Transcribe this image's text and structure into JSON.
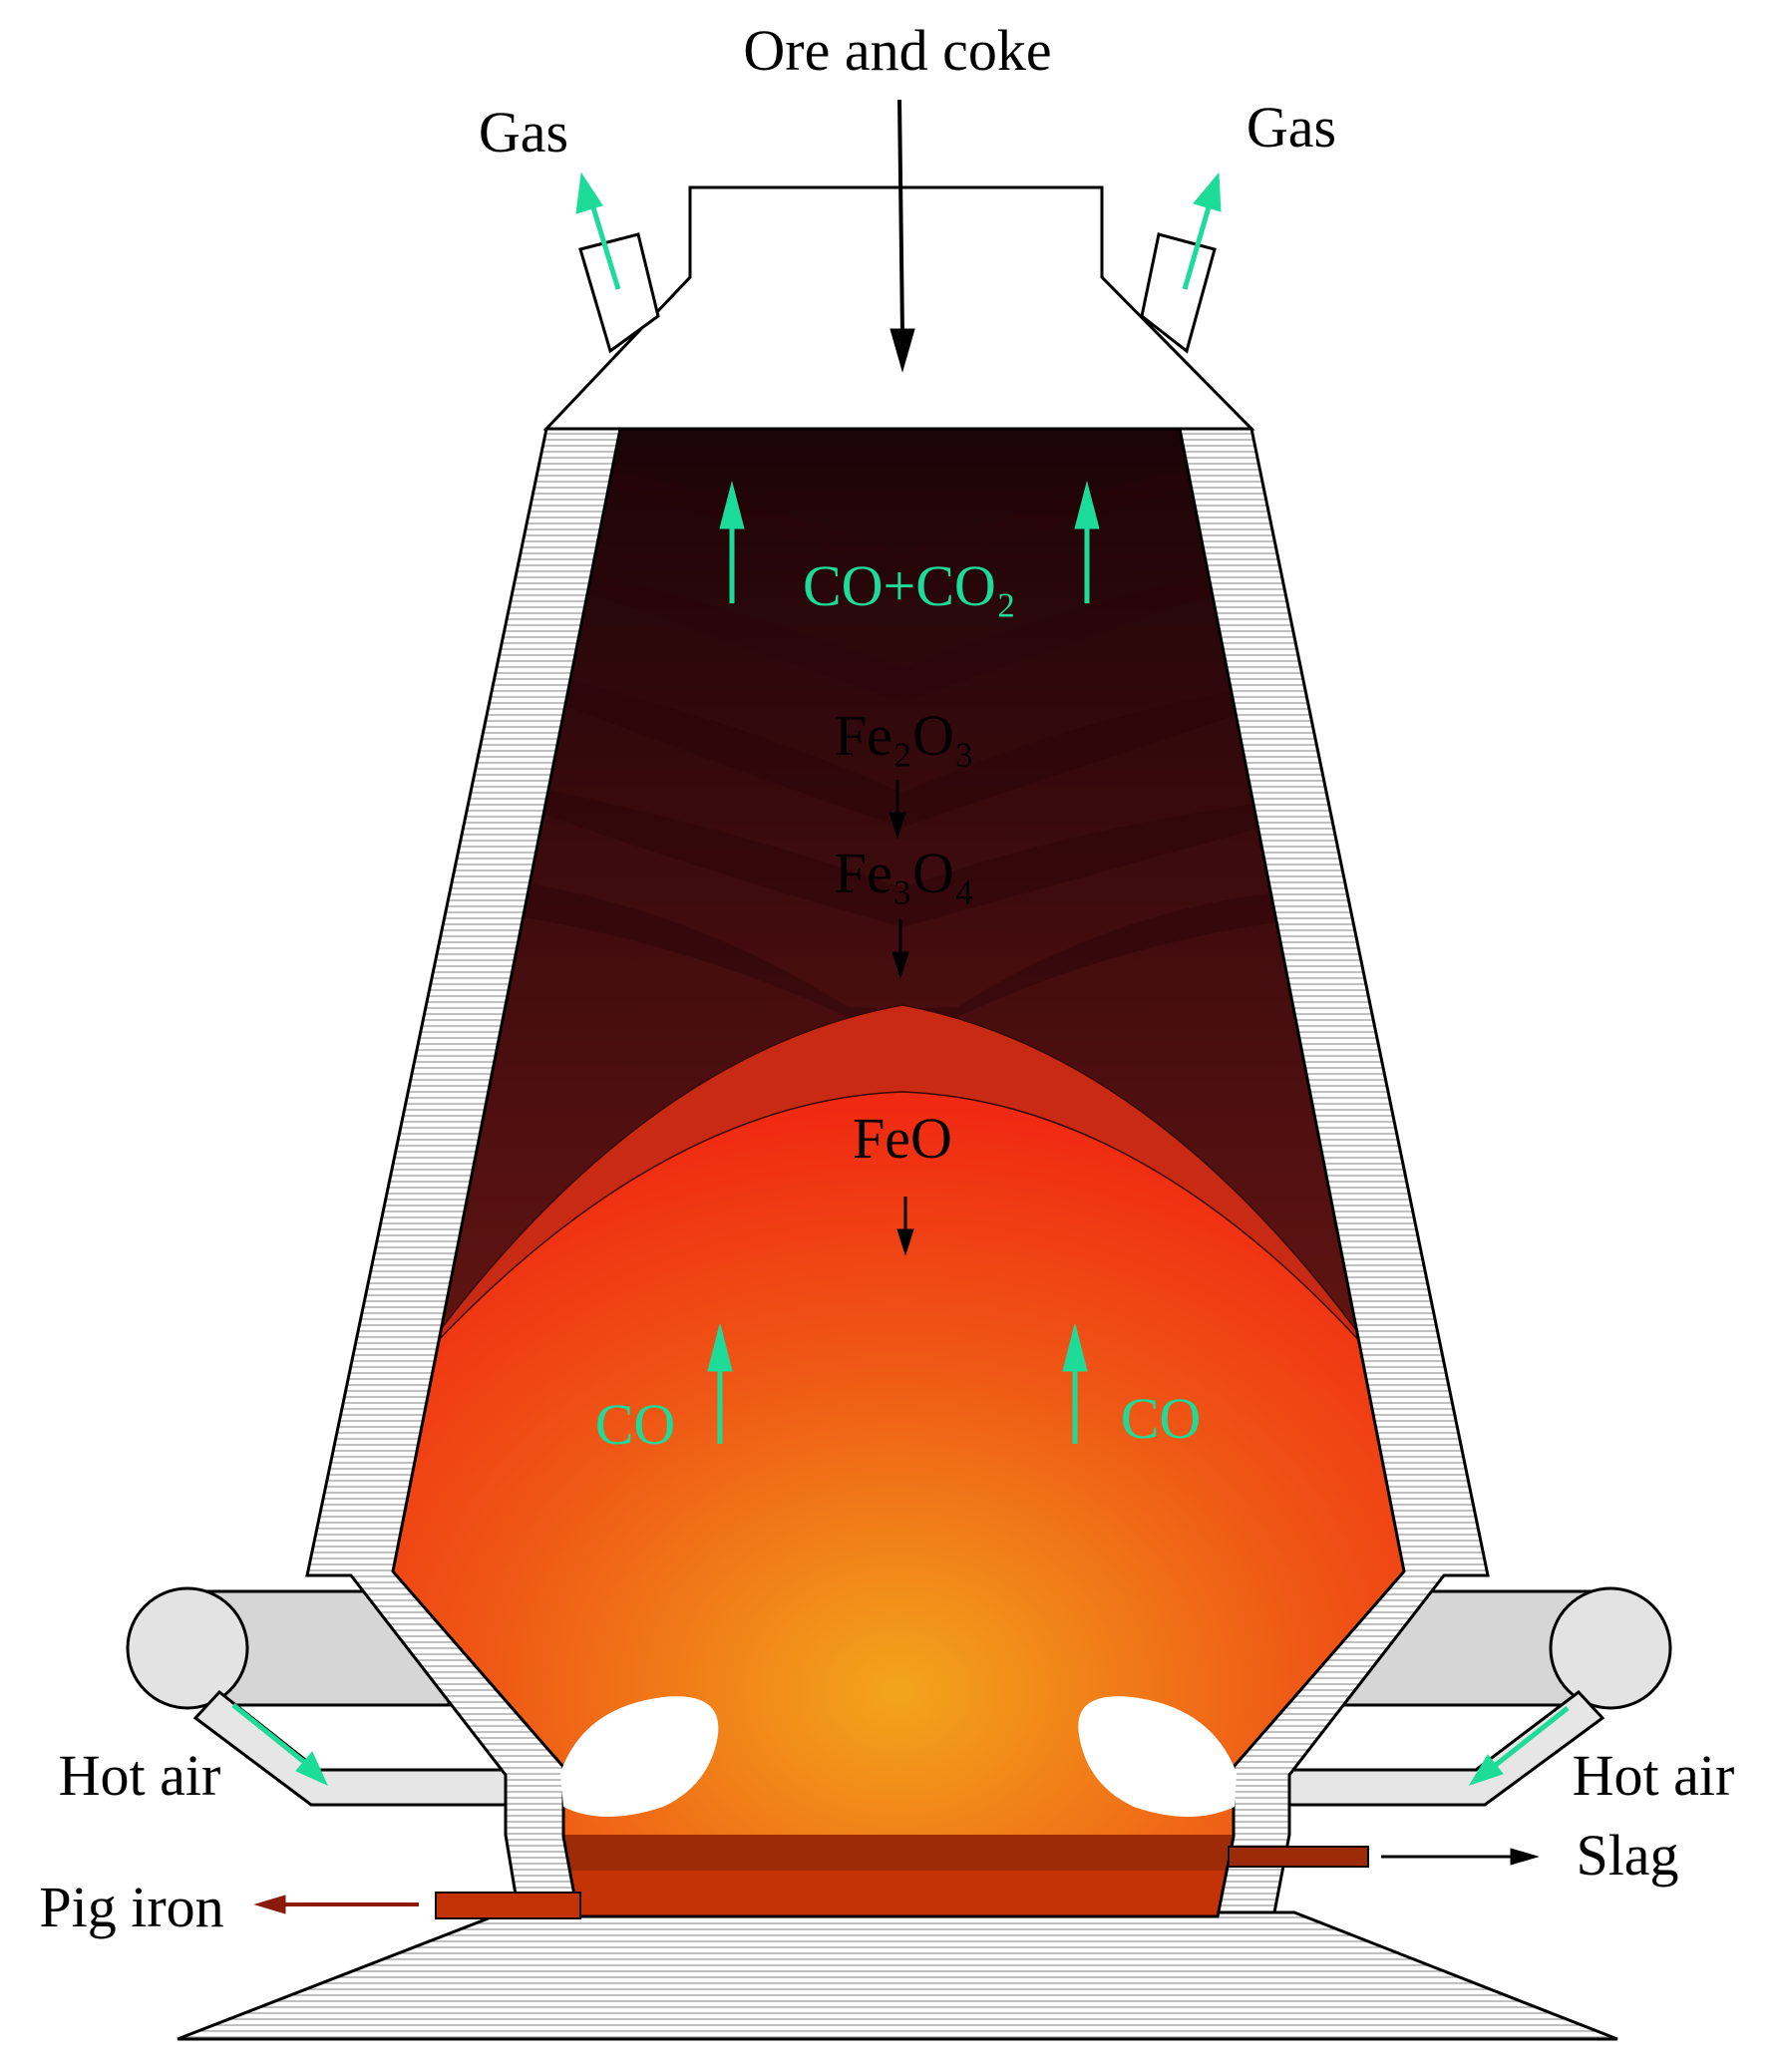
{
  "labels": {
    "feed": "Ore and coke",
    "gas_left": "Gas",
    "gas_right": "Gas",
    "top_gas": "CO+CO₂",
    "fe2o3": "Fe₂O₃",
    "fe3o4": "Fe₃O₄",
    "feo": "FeO",
    "co_left": "CO",
    "co_right": "CO",
    "hot_air_left": "Hot air",
    "hot_air_right": "Hot air",
    "slag": "Slag",
    "pig_iron": "Pig iron"
  },
  "colors": {
    "gas_arrow": "#1ddc9a",
    "flow_arrow": "#000000",
    "pig_iron_arrow": "#8b1a0a",
    "top_zone": "#1c0408",
    "middle_zone": "#7a1a10",
    "hot_zone": "#f23a12",
    "core": "#f3a51c",
    "slag_layer": "#9e2b08",
    "iron_layer": "#c33305",
    "refractory": "#ffffff",
    "duct": "#d9d9d9"
  }
}
